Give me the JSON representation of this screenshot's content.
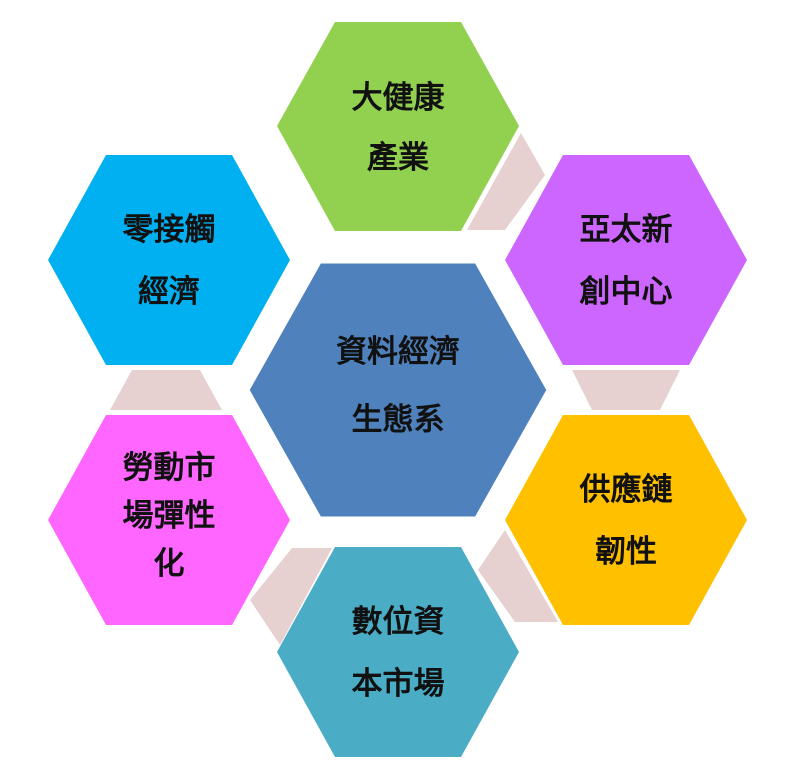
{
  "center": {
    "lines": [
      "資料經濟",
      "生態系"
    ],
    "color": "#4F81BD"
  },
  "nodes": [
    {
      "id": "top",
      "lines": [
        "大健康",
        "產業"
      ],
      "color": "#92D050"
    },
    {
      "id": "top-right",
      "lines": [
        "亞太新",
        "創中心"
      ],
      "color": "#CC66FF"
    },
    {
      "id": "bottom-right",
      "lines": [
        "供應鏈",
        "韌性"
      ],
      "color": "#FFC000"
    },
    {
      "id": "bottom",
      "lines": [
        "數位資",
        "本市場"
      ],
      "color": "#4BACC6"
    },
    {
      "id": "bottom-left",
      "lines": [
        "勞動市",
        "場彈性",
        "化"
      ],
      "color": "#FF66FF"
    },
    {
      "id": "top-left",
      "lines": [
        "零接觸",
        "經濟"
      ],
      "color": "#00B0F0"
    }
  ],
  "connector_color": "#E6D0D0"
}
